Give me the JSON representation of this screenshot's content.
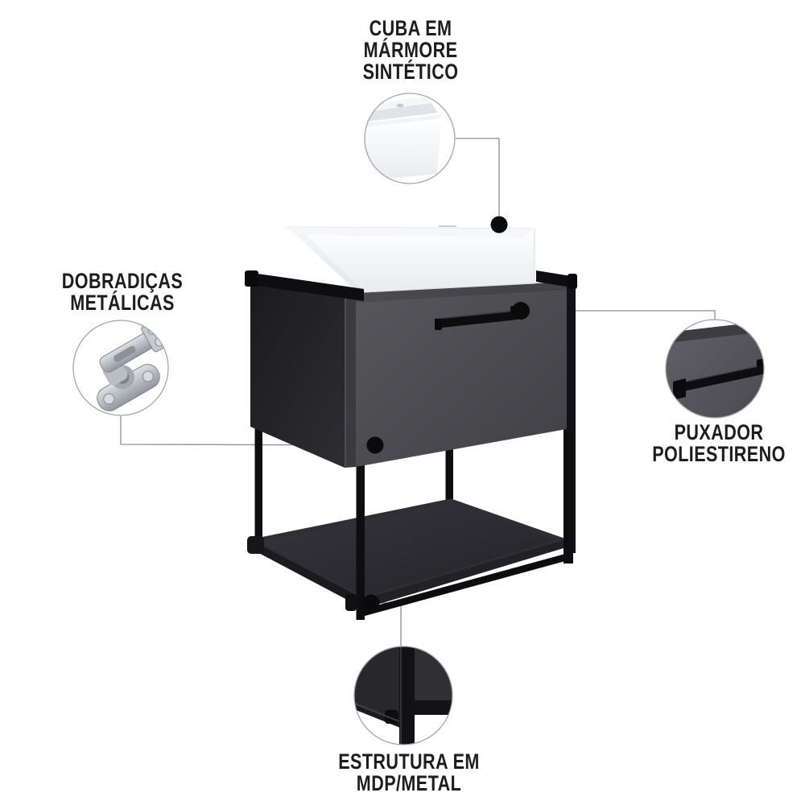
{
  "callouts": {
    "sink": {
      "label_lines": [
        "CUBA EM",
        "MÁRMORE",
        "SINTÉTICO"
      ],
      "icon": "sink-detail-icon"
    },
    "hinges": {
      "label_lines": [
        "DOBRADIÇAS",
        "METÁLICAS"
      ],
      "icon": "hinge-icon"
    },
    "handle": {
      "label_lines": [
        "PUXADOR",
        "POLIESTIRENO"
      ],
      "icon": "drawer-handle-icon"
    },
    "structure": {
      "label_lines": [
        "ESTRUTURA EM",
        "MDP/METAL"
      ],
      "icon": "shelf-structure-icon"
    }
  },
  "colors": {
    "background": "#ffffff",
    "text": "#1d1d1d",
    "connector": "#8f8f8f",
    "dot": "#0a0a0a",
    "circle_border": "#a6a6a6",
    "sink_white": "#fdfdfe",
    "cabinet_front": "#4e4e53",
    "cabinet_side": "#202025",
    "frame_black": "#0e0e11",
    "shelf": "#2a2a2f",
    "hinge_silver": "#b6b9c0"
  }
}
